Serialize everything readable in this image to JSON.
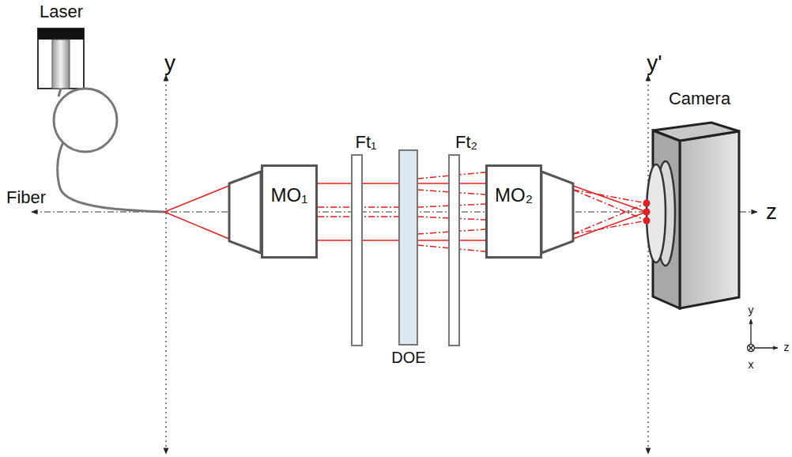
{
  "diagram": {
    "nodes": [
      {
        "text": [
          "Laser"
        ]
      },
      {
        "text": [
          "MO₁"
        ]
      },
      {
        "text": [
          "MO₂"
        ]
      },
      {
        "text": [
          "Camera"
        ]
      }
    ],
    "labels": [
      "Fiber",
      "y",
      "y'",
      "Ft₁",
      "Ft₂",
      "DOE",
      "z",
      "y",
      "z",
      "x"
    ]
  }
}
